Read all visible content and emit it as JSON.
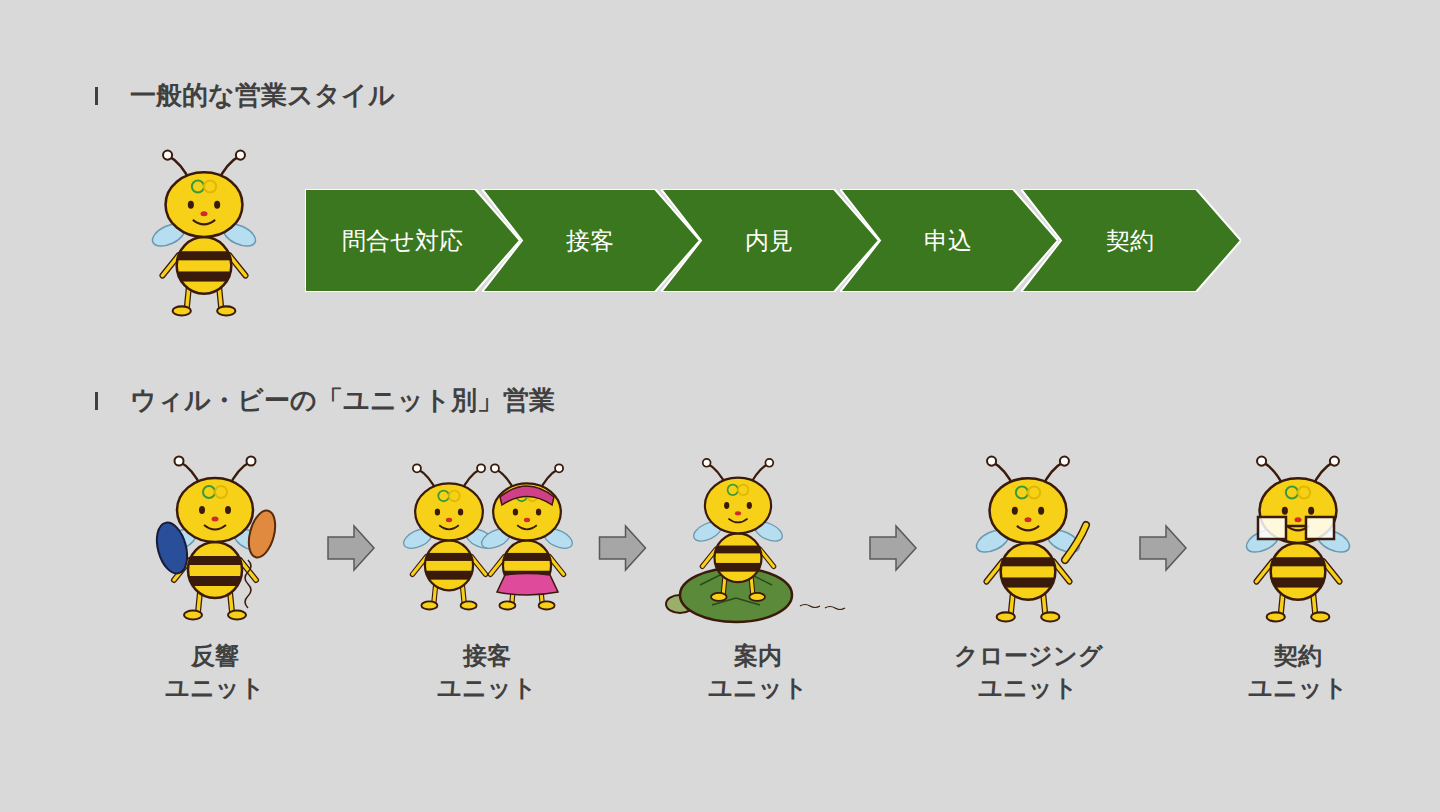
{
  "diagram": {
    "nodes": [
      {
        "text": [
          "問合せ対応"
        ]
      },
      {
        "text": [
          "接客"
        ]
      },
      {
        "text": [
          "内見"
        ]
      },
      {
        "text": [
          "申込"
        ]
      },
      {
        "text": [
          "契約"
        ]
      },
      {
        "text": [
          "反響 ユニット"
        ]
      },
      {
        "text": [
          "接客 ユニット"
        ]
      },
      {
        "text": [
          "案内 ユニット"
        ]
      },
      {
        "text": [
          "クロージング ユニット"
        ]
      },
      {
        "text": [
          "契約 ユニット"
        ]
      }
    ],
    "edges": [
      {
        "from": 5,
        "to": 6,
        "arrow": "to"
      },
      {
        "from": 6,
        "to": 7,
        "arrow": "to"
      },
      {
        "from": 7,
        "to": 8,
        "arrow": "to"
      },
      {
        "from": 8,
        "to": 9,
        "arrow": "to"
      }
    ],
    "labels": [
      "一般的な営業スタイル",
      "ウィル・ビーの「ユニット別」営業"
    ]
  }
}
